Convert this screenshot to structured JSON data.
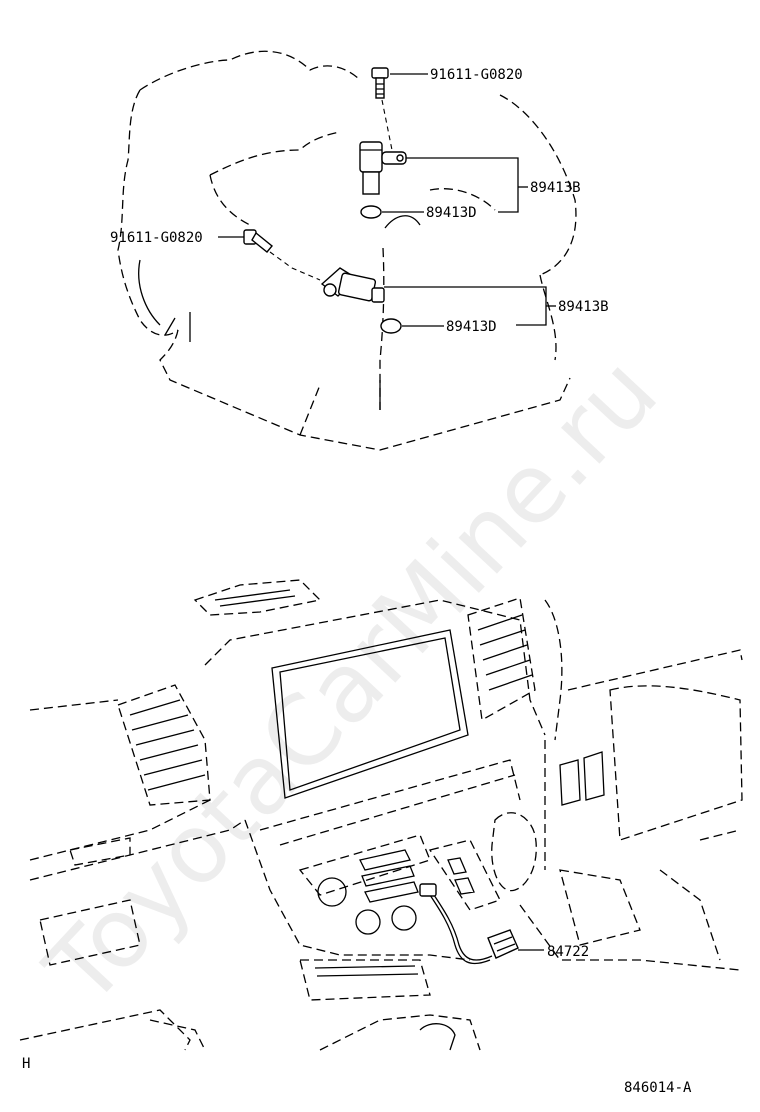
{
  "watermark": "ToyotaCarMine.ru",
  "callouts": {
    "bolt_top": "91611-G0820",
    "sensor_top": "89413B",
    "gasket_top": "89413D",
    "bolt_left": "91611-G0820",
    "sensor_mid": "89413B",
    "gasket_mid": "89413D",
    "connector": "84722"
  },
  "footer": {
    "left_mark": "H",
    "diagram_id": "846014-A"
  }
}
